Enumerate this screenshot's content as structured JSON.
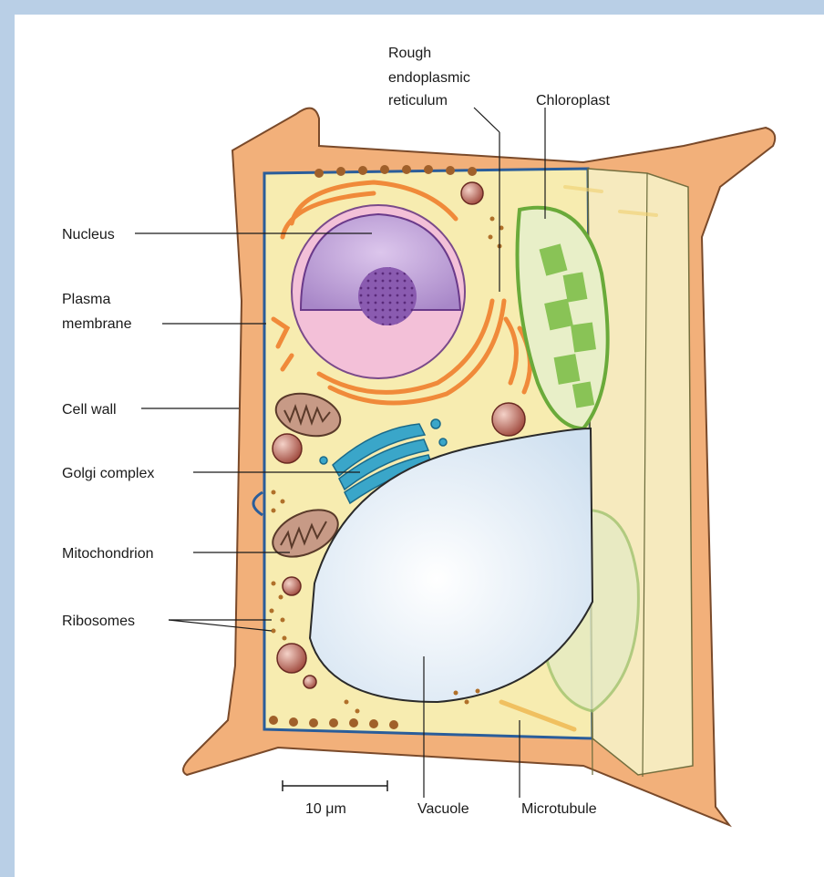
{
  "labels": {
    "rough_er": [
      "Rough",
      "endoplasmic",
      "reticulum"
    ],
    "chloroplast": "Chloroplast",
    "nucleus": "Nucleus",
    "plasma_membrane": [
      "Plasma",
      "membrane"
    ],
    "cell_wall": "Cell wall",
    "golgi": "Golgi complex",
    "mitochondrion": "Mitochondrion",
    "ribosomes": "Ribosomes",
    "scale": "10 μm",
    "vacuole": "Vacuole",
    "microtubule": "Microtubule"
  },
  "colors": {
    "frame": "#b9cfe6",
    "cell_wall": "#f2b07a",
    "cytoplasm": "#f7ecb0",
    "nucleus": "#c9a9dc",
    "nucleolus": "#8a5bb0",
    "golgi": "#3aa6c9",
    "vacuole": "#e8f0f8",
    "chloroplast": "#8bbf5a",
    "mitochondrion": "#9a6b5a",
    "rough_er": "#f08a3a"
  }
}
